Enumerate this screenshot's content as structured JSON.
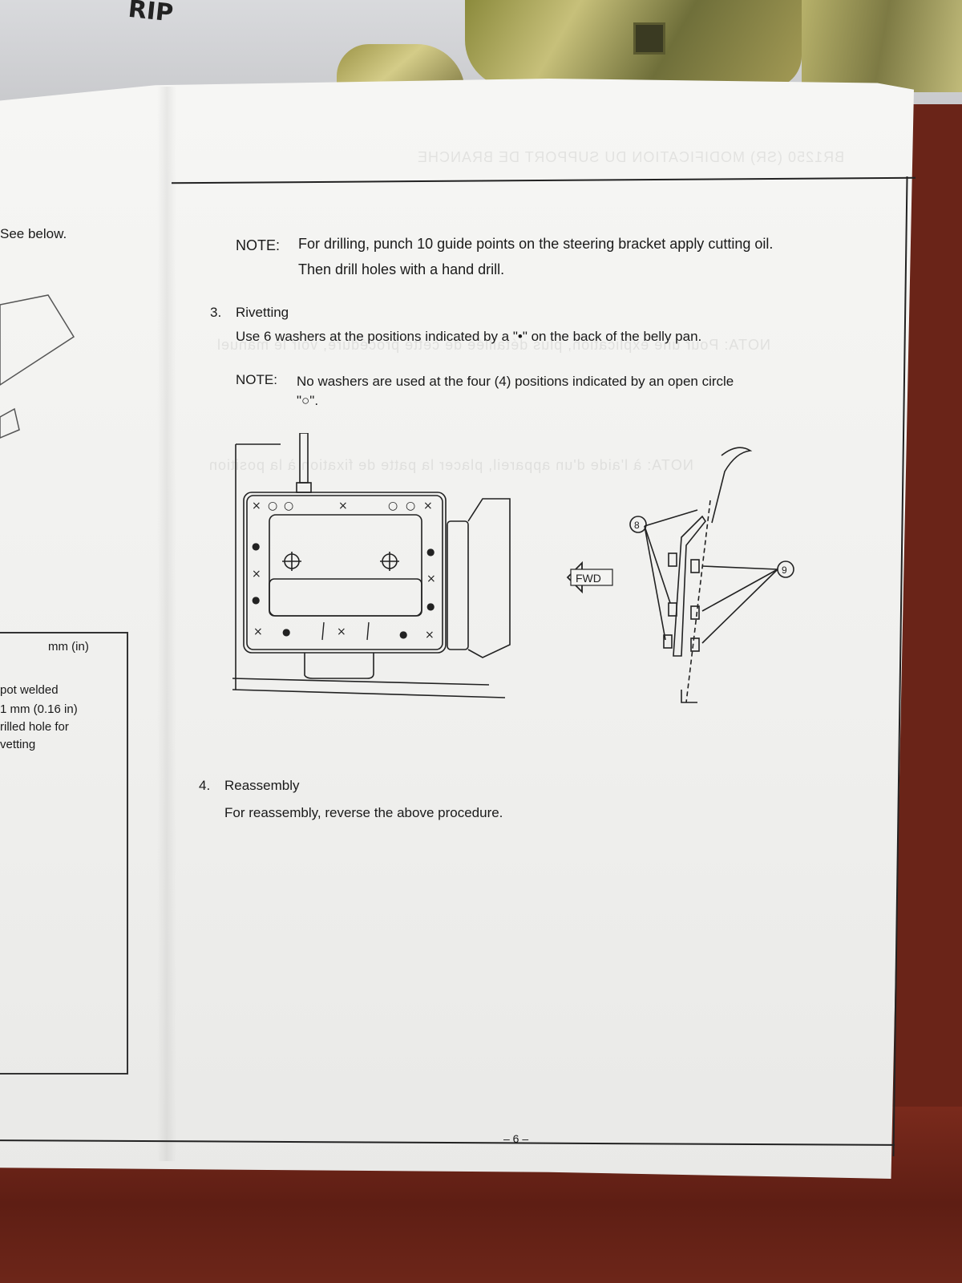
{
  "background": {
    "scribble": "RIP",
    "colors": {
      "wood": "#6a2418",
      "paper": "#f4f4f2",
      "ink": "#1a1a1a",
      "metal": "#b5ae68"
    }
  },
  "left_panel": {
    "see_below": "See below.",
    "box_units": "mm (in)",
    "labels": [
      "pot welded",
      "1 mm (0.16 in)",
      "rilled hole for",
      "vetting"
    ]
  },
  "note1": {
    "label": "NOTE:",
    "line1": "For drilling, punch 10 guide points on the steering bracket apply cutting oil.",
    "line2": "Then drill holes with a hand drill."
  },
  "step3": {
    "number": "3.",
    "title": "Rivetting",
    "text": "Use 6 washers at the positions indicated by a \"•\" on the back of the belly pan."
  },
  "note2": {
    "label": "NOTE:",
    "line1": "No washers are used at the four (4) positions indicated by an open circle",
    "line2": "\"○\"."
  },
  "diagram": {
    "fwd_label": "FWD",
    "callout_8": "8",
    "callout_9": "9",
    "top_marks": [
      "×",
      "○",
      "○",
      "×",
      "○",
      "○",
      "×"
    ],
    "left_marks": [
      "●",
      "×",
      "●",
      "×"
    ],
    "right_marks": [
      "●",
      "×",
      "●",
      "×"
    ],
    "bottom_marks": [
      "●",
      "×",
      "●"
    ]
  },
  "step4": {
    "number": "4.",
    "title": "Reassembly",
    "text": "For reassembly, reverse the above procedure."
  },
  "page_number": "– 6 –"
}
